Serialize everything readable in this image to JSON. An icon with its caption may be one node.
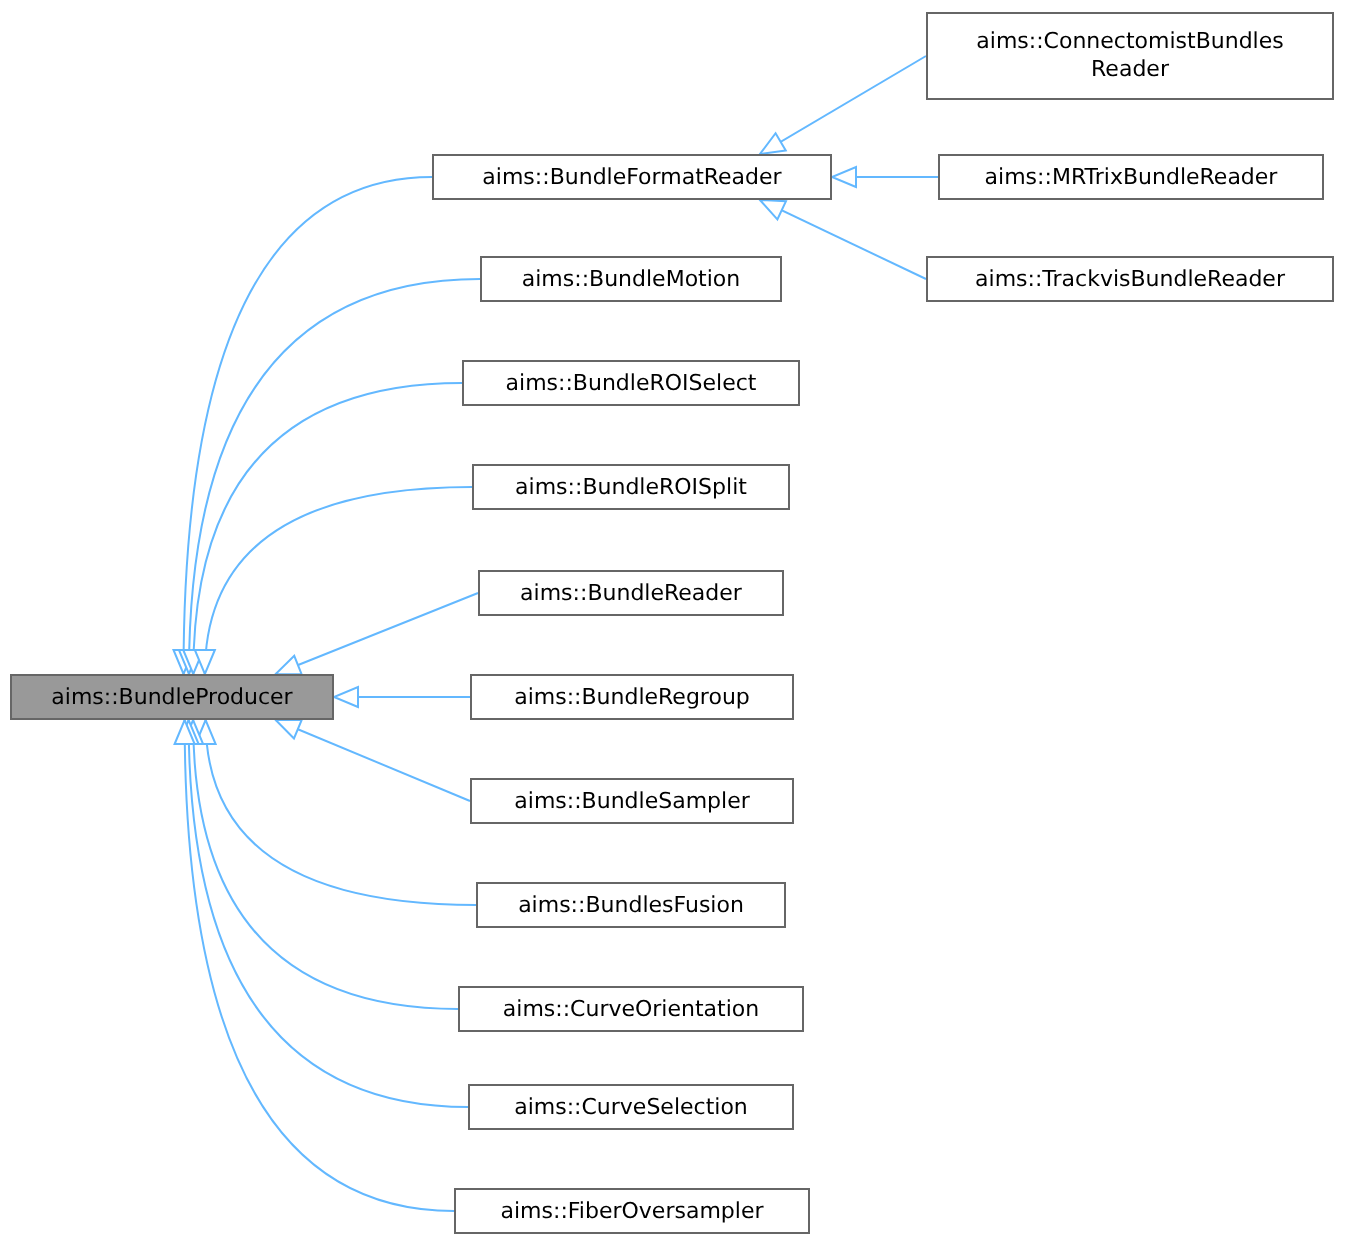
{
  "diagram": {
    "nodes": [
      {
        "text": [
          "aims::BundleProducer"
        ]
      },
      {
        "text": [
          "aims::BundleFormatReader"
        ]
      },
      {
        "text": [
          "aims::ConnectomistBundles Reader"
        ]
      },
      {
        "text": [
          "aims::MRTrixBundleReader"
        ]
      },
      {
        "text": [
          "aims::TrackvisBundleReader"
        ]
      },
      {
        "text": [
          "aims::BundleMotion"
        ]
      },
      {
        "text": [
          "aims::BundleROISelect"
        ]
      },
      {
        "text": [
          "aims::BundleROISplit"
        ]
      },
      {
        "text": [
          "aims::BundleReader"
        ]
      },
      {
        "text": [
          "aims::BundleRegroup"
        ]
      },
      {
        "text": [
          "aims::BundleSampler"
        ]
      },
      {
        "text": [
          "aims::BundlesFusion"
        ]
      },
      {
        "text": [
          "aims::CurveOrientation"
        ]
      },
      {
        "text": [
          "aims::CurveSelection"
        ]
      },
      {
        "text": [
          "aims::FiberOversampler"
        ]
      }
    ],
    "edges": [
      {
        "from": 1,
        "to": 0,
        "arrow": "to"
      },
      {
        "from": 2,
        "to": 1,
        "arrow": "to"
      },
      {
        "from": 3,
        "to": 1,
        "arrow": "to"
      },
      {
        "from": 4,
        "to": 1,
        "arrow": "to"
      },
      {
        "from": 5,
        "to": 0,
        "arrow": "to"
      },
      {
        "from": 6,
        "to": 0,
        "arrow": "to"
      },
      {
        "from": 7,
        "to": 0,
        "arrow": "to"
      },
      {
        "from": 8,
        "to": 0,
        "arrow": "to"
      },
      {
        "from": 9,
        "to": 0,
        "arrow": "to"
      },
      {
        "from": 10,
        "to": 0,
        "arrow": "to"
      },
      {
        "from": 11,
        "to": 0,
        "arrow": "to"
      },
      {
        "from": 12,
        "to": 0,
        "arrow": "to"
      },
      {
        "from": 13,
        "to": 0,
        "arrow": "to"
      },
      {
        "from": 14,
        "to": 0,
        "arrow": "to"
      }
    ]
  }
}
